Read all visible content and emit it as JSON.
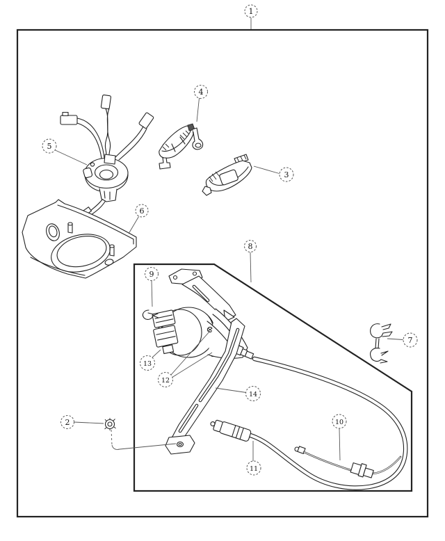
{
  "page": {
    "background": "#ffffff",
    "ink": "#222222",
    "leader_color": "#555555",
    "description_type": "exploded-parts-line-diagram"
  },
  "callouts": {
    "c1": "1",
    "c2": "2",
    "c3": "3",
    "c4": "4",
    "c5": "5",
    "c6": "6",
    "c7": "7",
    "c8": "8",
    "c9": "9",
    "c10": "10",
    "c11": "11",
    "c12": "12",
    "c13": "13",
    "c14": "14"
  }
}
